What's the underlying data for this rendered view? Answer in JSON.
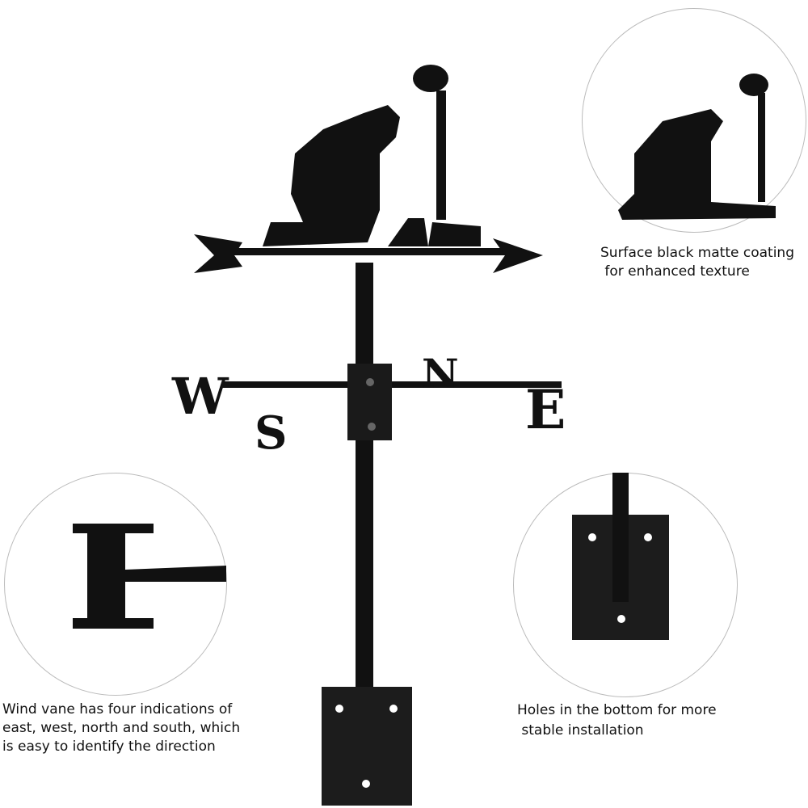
{
  "captions": {
    "coating_line1": "Surface black matte coating",
    "coating_line2": " for enhanced texture",
    "directions_line1": "Wind vane has four indications of",
    "directions_line2": "east, west, north and south, which",
    "directions_line3": "is easy to identify the direction",
    "holes_line1": "Holes in the bottom for more",
    "holes_line2": " stable installation"
  },
  "compass_letters": {
    "west": "W",
    "east": "E",
    "north": "N",
    "south": "S"
  },
  "colors": {
    "metal": "#111111",
    "plate": "#1c1c1c"
  }
}
